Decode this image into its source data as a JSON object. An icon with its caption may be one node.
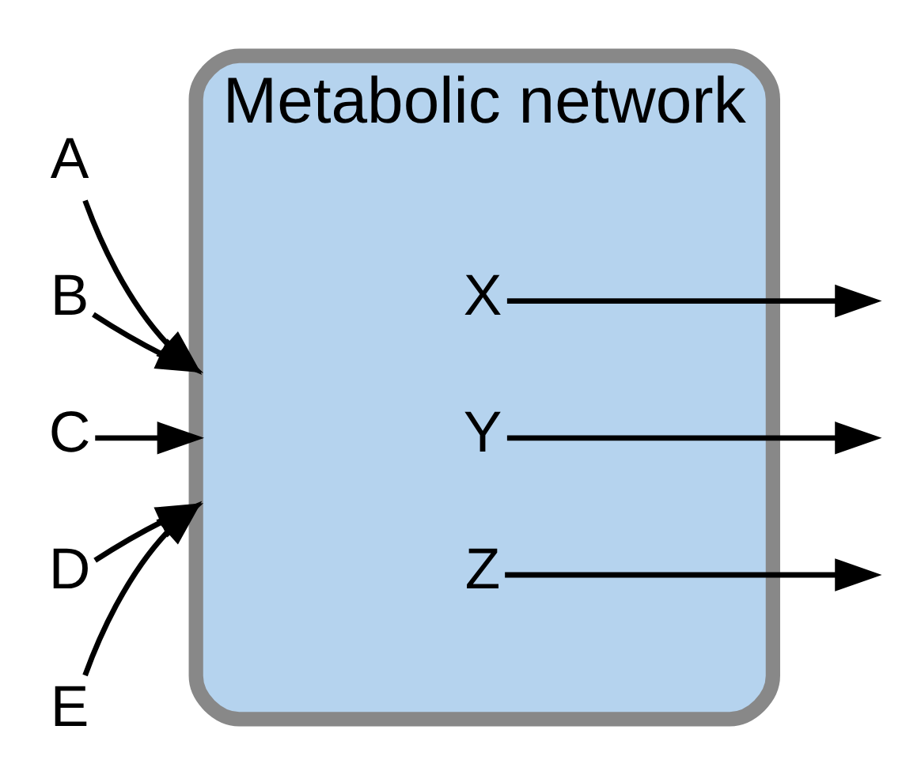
{
  "diagram": {
    "nodes": [
      {
        "text": [
          "A"
        ]
      },
      {
        "text": [
          "B"
        ]
      },
      {
        "text": [
          "C"
        ]
      },
      {
        "text": [
          "D"
        ]
      },
      {
        "text": [
          "E"
        ]
      },
      {
        "text": [
          "Metabolic network"
        ]
      },
      {
        "text": [
          "X"
        ],
        "in": 5
      },
      {
        "text": [
          "Y"
        ],
        "in": 5
      },
      {
        "text": [
          "Z"
        ],
        "in": 5
      }
    ],
    "edges": [
      {
        "from": 0,
        "to": 5,
        "arrow": "to"
      },
      {
        "from": 1,
        "to": 5,
        "arrow": "to"
      },
      {
        "from": 2,
        "to": 5,
        "arrow": "to"
      },
      {
        "from": 3,
        "to": 5,
        "arrow": "to"
      },
      {
        "from": 4,
        "to": 5,
        "arrow": "to"
      },
      {
        "from": 6,
        "to": null,
        "arrow": "to"
      },
      {
        "from": 7,
        "to": null,
        "arrow": "to"
      },
      {
        "from": 8,
        "to": null,
        "arrow": "to"
      }
    ]
  }
}
